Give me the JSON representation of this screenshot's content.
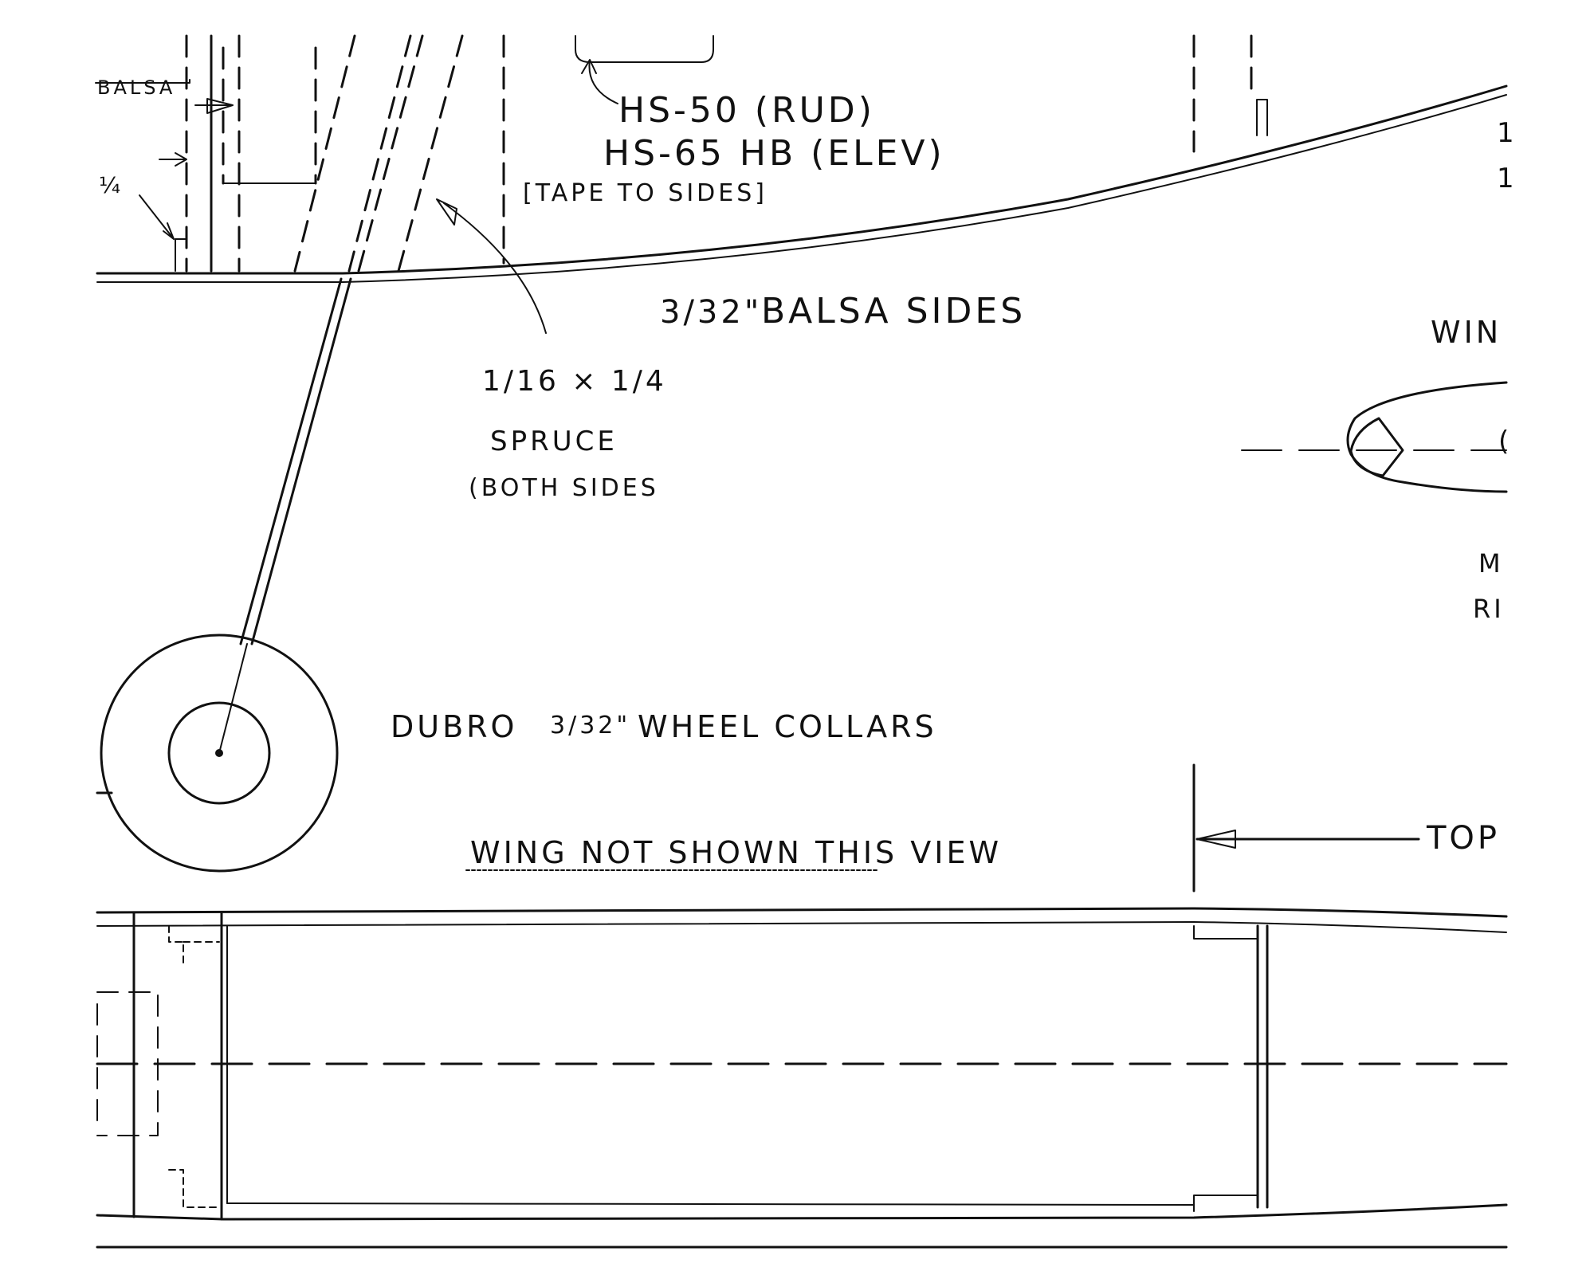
{
  "labels": {
    "balsa_top_left": "BALSA",
    "quarter_left": "¼",
    "servo_line1": "HS-50 (RUD)",
    "servo_line2": "HS-65 HB (ELEV)",
    "servo_line3": "[TAPE TO SIDES]",
    "balsa_sides_fraction": "3/32\"",
    "balsa_sides_text": "BALSA SIDES",
    "spruce_fraction": "1/16 × 1/4",
    "spruce_line1": "SPRUCE",
    "spruce_line2": "(BOTH SIDES",
    "wheel_collars_prefix": "DUBRO",
    "wheel_collars_fraction": "3/32\"",
    "wheel_collars_suffix": "WHEEL COLLARS",
    "wing_not_shown": "WING NOT SHOWN THIS VIEW",
    "top_view_partial": "TOP",
    "wing_partial": "WIN",
    "right_partial_m": "M",
    "right_partial_ri": "RI",
    "right_partial_1": "1",
    "right_partial_2": "1"
  },
  "colors": {
    "ink": "#111111",
    "paper": "#ffffff"
  }
}
